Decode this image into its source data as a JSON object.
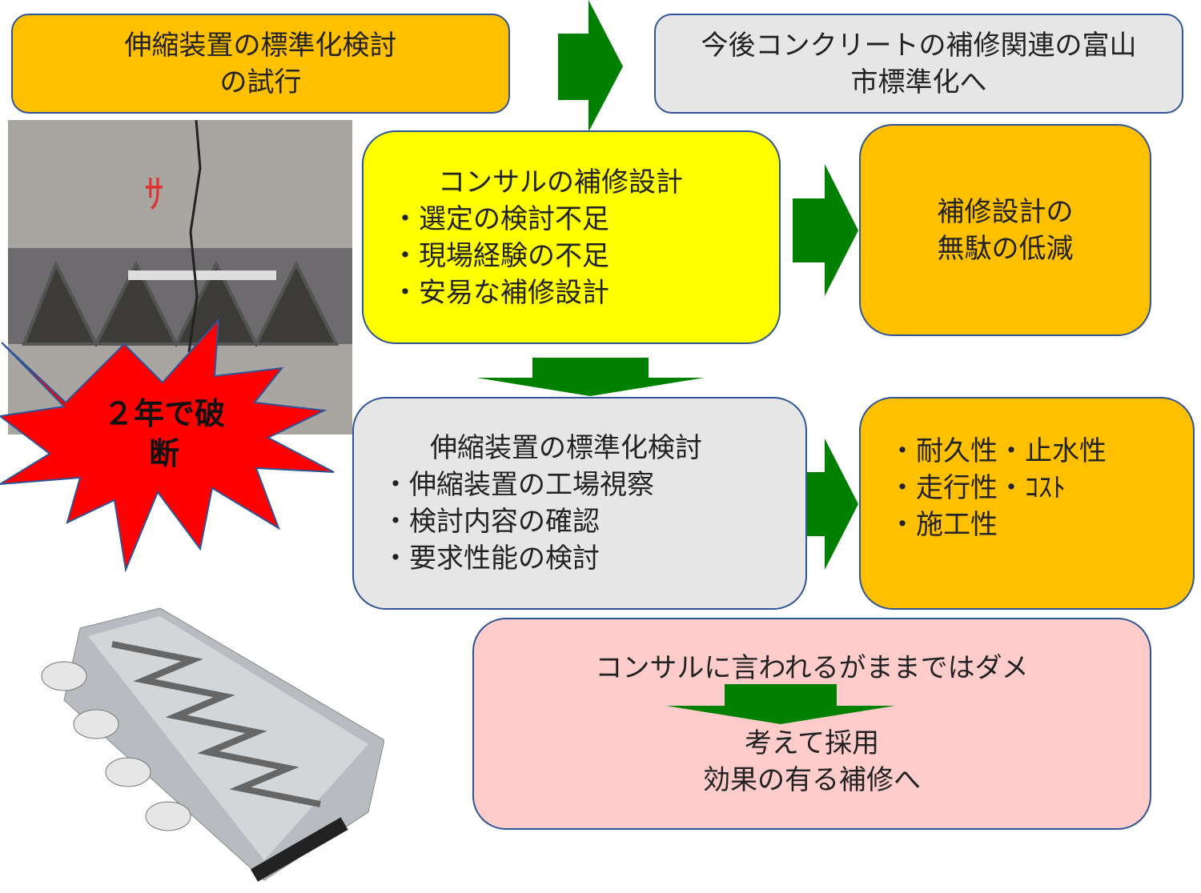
{
  "box_trial": {
    "lines": [
      "伸縮装置の標準化検討",
      "の試行"
    ]
  },
  "box_future": {
    "lines": [
      "今後コンクリートの補修関連の富山",
      "市標準化へ"
    ]
  },
  "box_consultant": {
    "title": "コンサルの補修設計",
    "items": [
      "・選定の検討不足",
      "・現場経験の不足",
      "・安易な補修設計"
    ]
  },
  "box_reduce": {
    "lines": [
      "補修設計の",
      "無駄の低減"
    ]
  },
  "box_standard": {
    "title": "伸縮装置の標準化検討",
    "items": [
      "・伸縮装置の工場視察",
      "・検討内容の確認",
      "・要求性能の検討"
    ]
  },
  "box_performance": {
    "items": [
      "・耐久性・止水性",
      "・走行性・ｺｽﾄ",
      "・施工性"
    ]
  },
  "box_conclusion": {
    "top": "コンサルに言われるがままではダメ",
    "bottom": [
      "考えて採用",
      "効果の有る補修へ"
    ]
  },
  "burst": {
    "lines": [
      "２年で破",
      "断"
    ]
  },
  "colors": {
    "orange": "#FFC000",
    "gray": "#E7E6E6",
    "yellow": "#FFFF00",
    "pink": "#FFCCCC",
    "green": "#008000",
    "red": "#FF0000"
  }
}
